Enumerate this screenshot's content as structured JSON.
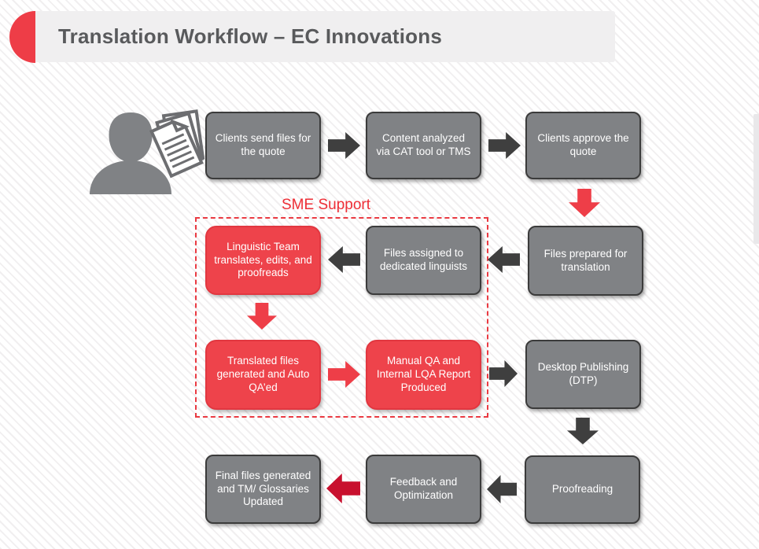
{
  "title": "Translation Workflow – EC Innovations",
  "sme_group": {
    "label": "SME Support",
    "contains_nodes": [
      5,
      6,
      7
    ]
  },
  "icons": {
    "person": "person-silhouette",
    "documents": "document-stack"
  },
  "colors": {
    "accent_red": "#ee3d47",
    "node_gray_fill": "#808285",
    "node_gray_border": "#3b3b3b",
    "node_red_fill": "#ee434b",
    "node_red_border": "#e23740",
    "arrow_dark": "#3f3f3f",
    "arrow_red": "#ee3e48",
    "arrow_crimson": "#c8102e",
    "sme_dashed_border": "#ea3a42",
    "title_bar_bg": "#f0eff0",
    "title_text": "#595a5c",
    "node_text": "#ffffff"
  },
  "nodes": [
    {
      "id": "clients-send-files",
      "label": "Clients send files for the quote",
      "style": "gray"
    },
    {
      "id": "content-analyzed",
      "label": "Content analyzed via CAT tool or TMS",
      "style": "gray"
    },
    {
      "id": "clients-approve",
      "label": "Clients approve the quote",
      "style": "gray"
    },
    {
      "id": "files-prepared",
      "label": "Files prepared for translation",
      "style": "gray"
    },
    {
      "id": "files-assigned",
      "label": "Files assigned to dedicated linguists",
      "style": "gray"
    },
    {
      "id": "linguistic-team",
      "label": "Linguistic Team translates, edits, and proofreads",
      "style": "red"
    },
    {
      "id": "translated-files",
      "label": "Translated files generated and Auto QA’ed",
      "style": "red"
    },
    {
      "id": "manual-qa",
      "label": "Manual QA and Internal LQA Report Produced",
      "style": "red"
    },
    {
      "id": "desktop-publishing",
      "label": "Desktop Publishing (DTP)",
      "style": "gray"
    },
    {
      "id": "proofreading",
      "label": "Proofreading",
      "style": "gray"
    },
    {
      "id": "feedback-optimization",
      "label": "Feedback and Optimization",
      "style": "gray"
    },
    {
      "id": "final-files",
      "label": "Final files generated and TM/ Glossaries Updated",
      "style": "gray"
    }
  ],
  "connections": [
    {
      "from": "clients-send-files",
      "to": "content-analyzed",
      "direction": "right",
      "color": "dark"
    },
    {
      "from": "content-analyzed",
      "to": "clients-approve",
      "direction": "right",
      "color": "dark"
    },
    {
      "from": "clients-approve",
      "to": "files-prepared",
      "direction": "down",
      "color": "red"
    },
    {
      "from": "files-prepared",
      "to": "files-assigned",
      "direction": "left",
      "color": "dark"
    },
    {
      "from": "files-assigned",
      "to": "linguistic-team",
      "direction": "left",
      "color": "dark"
    },
    {
      "from": "linguistic-team",
      "to": "translated-files",
      "direction": "down",
      "color": "red"
    },
    {
      "from": "translated-files",
      "to": "manual-qa",
      "direction": "right",
      "color": "red"
    },
    {
      "from": "manual-qa",
      "to": "desktop-publishing",
      "direction": "right",
      "color": "dark"
    },
    {
      "from": "desktop-publishing",
      "to": "proofreading",
      "direction": "down",
      "color": "dark"
    },
    {
      "from": "proofreading",
      "to": "feedback-optimization",
      "direction": "left",
      "color": "dark"
    },
    {
      "from": "feedback-optimization",
      "to": "final-files",
      "direction": "left",
      "color": "crimson"
    }
  ]
}
